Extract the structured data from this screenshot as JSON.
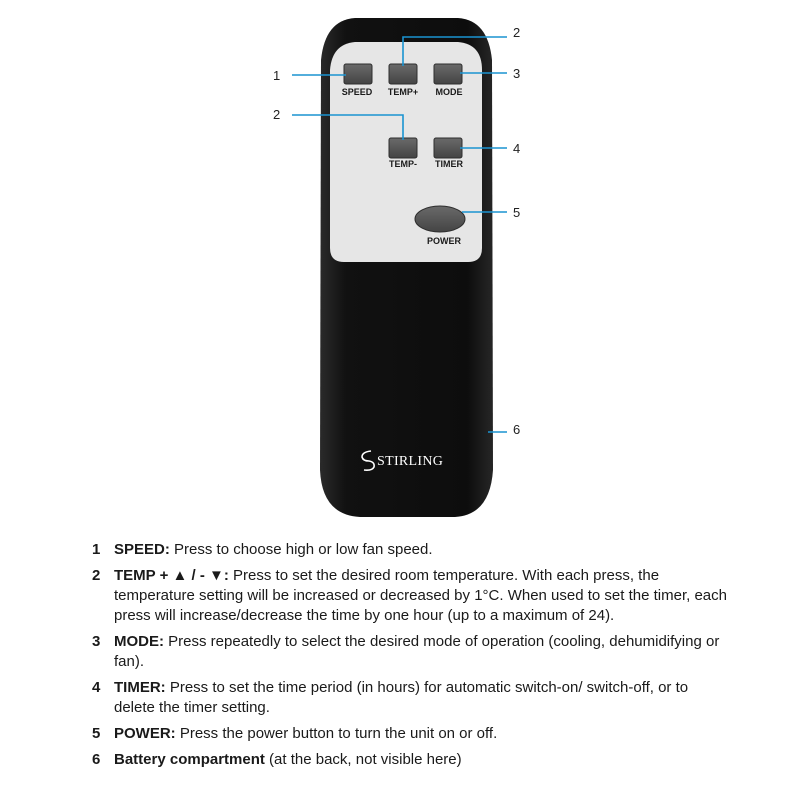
{
  "remote": {
    "buttons": {
      "speed": "SPEED",
      "temp_up": "TEMP+",
      "mode": "MODE",
      "temp_down": "TEMP-",
      "timer": "TIMER",
      "power": "POWER"
    },
    "brand": "STIRLING",
    "callouts": [
      "1",
      "2",
      "3",
      "2",
      "4",
      "5",
      "6"
    ]
  },
  "legend": [
    {
      "number": "1",
      "term": "SPEED:",
      "description": " Press to choose high or low fan speed."
    },
    {
      "number": "2",
      "term": "TEMP + ▲ / - ▼:",
      "description": " Press to set the desired room temperature. With each press, the temperature setting will be increased or decreased by 1°C. When used to set the timer, each press will increase/decrease the time by one hour (up to a maximum of 24)."
    },
    {
      "number": "3",
      "term": "MODE:",
      "description": " Press repeatedly to select the desired mode of operation (cooling, dehumidifying or fan)."
    },
    {
      "number": "4",
      "term": "TIMER:",
      "description": " Press to set the time period (in hours) for automatic switch-on/ switch-off, or to delete the timer setting."
    },
    {
      "number": "5",
      "term": "POWER:",
      "description": " Press the power button to turn the unit on or off."
    },
    {
      "number": "6",
      "term": "Battery compartment",
      "description": " (at the back, not visible here)"
    }
  ],
  "colors": {
    "remote_body": "#121212",
    "panel": "#e8e8e8",
    "button": "#555555",
    "callout_line": "#1a93d1"
  }
}
